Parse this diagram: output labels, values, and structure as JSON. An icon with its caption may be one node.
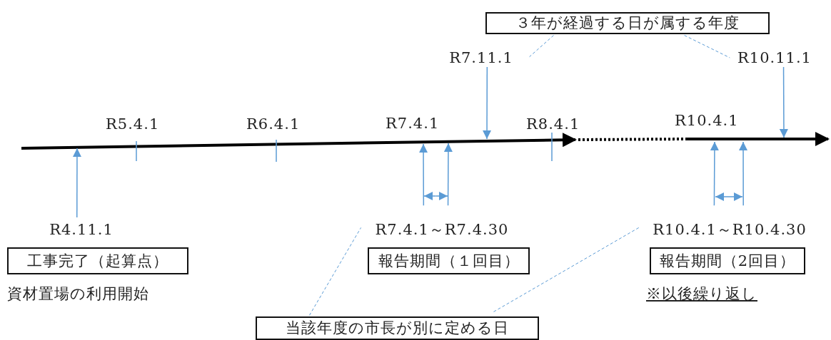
{
  "diagram": {
    "nodes": [
      {
        "text": [
          "３年が経過する日が属する年度"
        ]
      },
      {
        "text": [
          "R7.11.1"
        ]
      },
      {
        "text": [
          "R10.11.1"
        ]
      },
      {
        "text": [
          "R4.11.1"
        ]
      },
      {
        "text": [
          "工事完了（起算点）"
        ]
      },
      {
        "text": [
          "R7.4.1～R7.4.30"
        ]
      },
      {
        "text": [
          "報告期間（１回目）"
        ]
      },
      {
        "text": [
          "R10.4.1～R10.4.30"
        ]
      },
      {
        "text": [
          "報告期間（2回目）"
        ]
      },
      {
        "text": [
          "当該年度の市長が別に定める日"
        ]
      }
    ],
    "edges": [
      {
        "from": 0,
        "to": 1,
        "arrow": "none",
        "style": "dashed"
      },
      {
        "from": 0,
        "to": 2,
        "arrow": "none",
        "style": "dashed"
      },
      {
        "from": 1,
        "to": null,
        "arrow": "to"
      },
      {
        "from": 2,
        "to": null,
        "arrow": "to"
      },
      {
        "from": 3,
        "to": null,
        "arrow": "to"
      },
      {
        "from": 5,
        "to": null,
        "arrow": "to"
      },
      {
        "from": 5,
        "to": null,
        "arrow": "to"
      },
      {
        "from": 7,
        "to": null,
        "arrow": "to"
      },
      {
        "from": 7,
        "to": null,
        "arrow": "to"
      },
      {
        "from": 9,
        "to": 5,
        "arrow": "none",
        "style": "dashed"
      },
      {
        "from": 9,
        "to": 7,
        "arrow": "none",
        "style": "dashed"
      }
    ],
    "labels": [
      "R5.4.1",
      "R6.4.1",
      "R7.4.1",
      "R8.4.1",
      "R10.4.1",
      "資材置場の利用開始",
      "※以後繰り返し"
    ]
  }
}
